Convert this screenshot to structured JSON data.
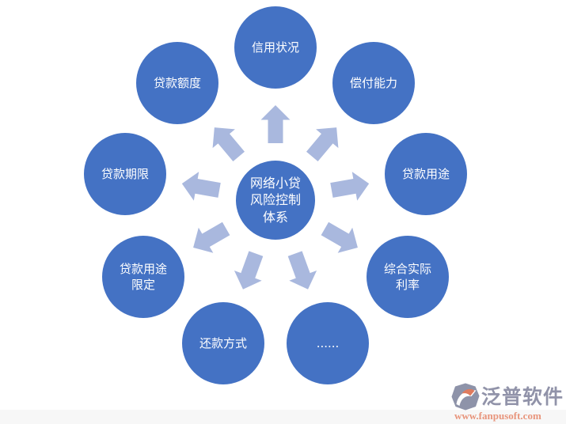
{
  "diagram": {
    "center": {
      "label": "网络小贷风险控制体系"
    },
    "nodes": [
      {
        "id": "credit-status",
        "label": "信用状况"
      },
      {
        "id": "repayment-ability",
        "label": "偿付能力"
      },
      {
        "id": "loan-purpose",
        "label": "贷款用途"
      },
      {
        "id": "effective-interest-rate",
        "label": "综合实际利率"
      },
      {
        "id": "ellipsis",
        "label": "......"
      },
      {
        "id": "repayment-method",
        "label": "还款方式"
      },
      {
        "id": "loan-purpose-restriction",
        "label": "贷款用途限定"
      },
      {
        "id": "loan-term",
        "label": "贷款期限"
      },
      {
        "id": "loan-amount",
        "label": "贷款额度"
      }
    ],
    "colors": {
      "node_fill": "#4472c4",
      "node_text": "#ffffff",
      "arrow_fill": "#a9b8de"
    }
  },
  "watermark": {
    "brand": "泛普软件",
    "url": "www.fanpusoft.com",
    "colors": {
      "brand_text": "#9193a9",
      "url_text": "#e8957c",
      "icon_base": "#8e93a9",
      "icon_accent": "#df7b5e"
    }
  }
}
